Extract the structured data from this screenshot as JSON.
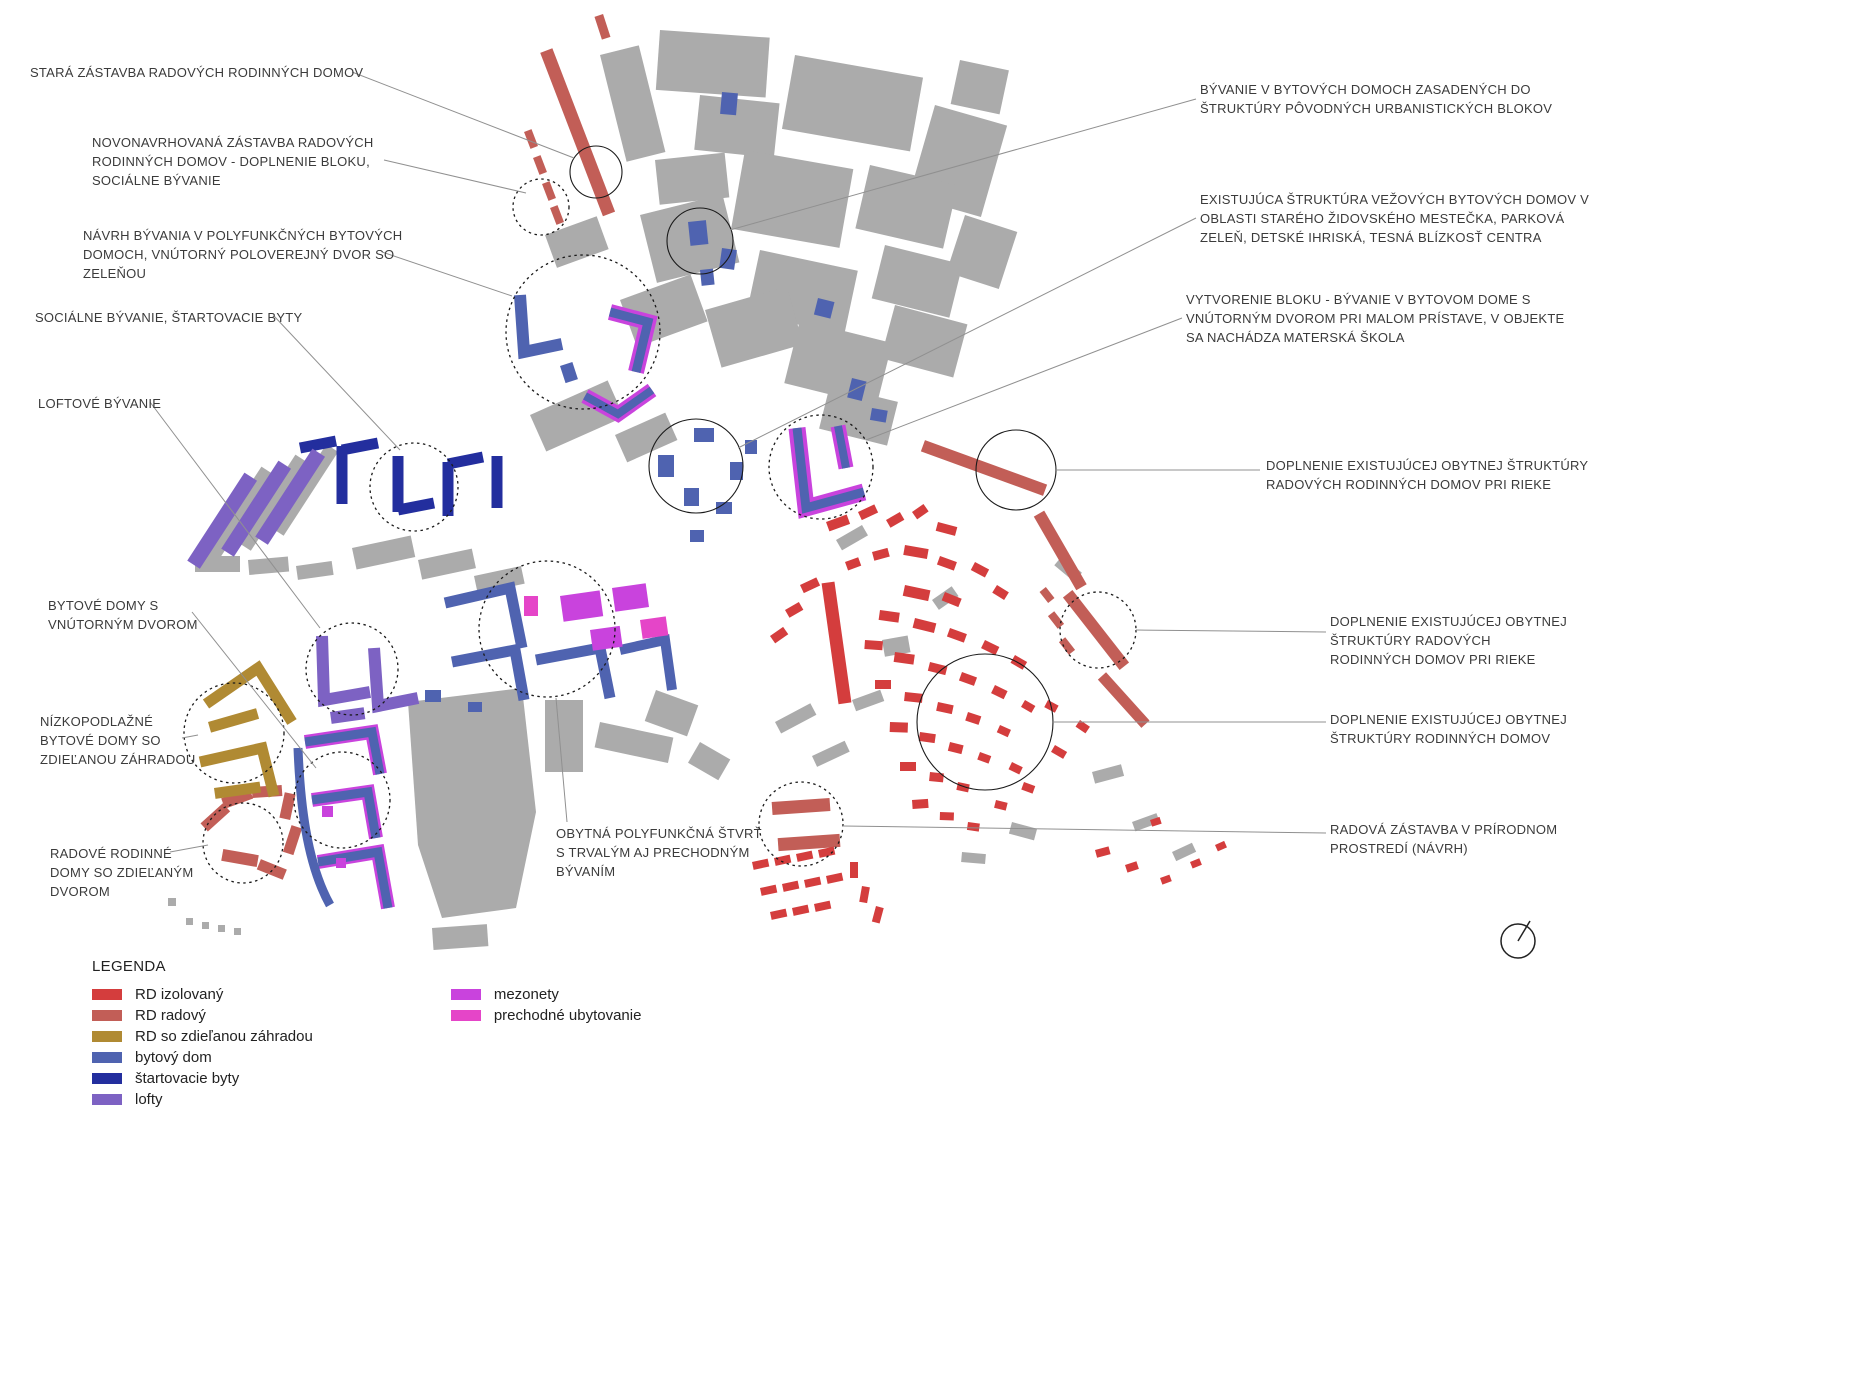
{
  "title": "Urban housing masterplan diagram",
  "colors": {
    "rd_izolovany": "#d43d3d",
    "rd_radovy": "#c25e57",
    "rd_zdielana_zahrada": "#b08a33",
    "bytovy_dom": "#4f63b0",
    "startovacie_byty": "#232e9e",
    "lofty": "#7d62c3",
    "mezonety": "#c943dd",
    "prechodne_ubytovanie": "#e545c8",
    "gray_building": "#ababab",
    "annotation_line": "#909090",
    "text": "#3b3b3b"
  },
  "annotations": [
    {
      "id": "stara-zastavba",
      "lines": [
        "STARÁ ZÁSTAVBA RADOVÝCH RODINNÝCH DOMOV"
      ]
    },
    {
      "id": "novonavrhovana-zastavba",
      "lines": [
        "NOVONAVRHOVANÁ ZÁSTAVBA RADOVÝCH",
        "RODINNÝCH DOMOV - DOPLNENIE BLOKU,",
        "SOCIÁLNE BÝVANIE"
      ]
    },
    {
      "id": "navrh-byvania-polyfunkcne",
      "lines": [
        "NÁVRH BÝVANIA V POLYFUNKČNÝCH BYTOVÝCH",
        "DOMOCH, VNÚTORNÝ POLOVEREJNÝ DVOR SO",
        "ZELEŇOU"
      ]
    },
    {
      "id": "socialne-byvanie",
      "lines": [
        "SOCIÁLNE BÝVANIE, ŠTARTOVACIE BYTY"
      ]
    },
    {
      "id": "loftove-byvanie",
      "lines": [
        "LOFTOVÉ BÝVANIE"
      ]
    },
    {
      "id": "bytove-domy-dvor",
      "lines": [
        "BYTOVÉ DOMY S",
        "VNÚTORNÝM DVOROM"
      ]
    },
    {
      "id": "nizkopodlazne-bytove-domy",
      "lines": [
        "NÍZKOPODLAŽNÉ",
        "BYTOVÉ DOMY SO",
        "ZDIEĽANOU ZÁHRADOU"
      ]
    },
    {
      "id": "radove-rodinne-domy",
      "lines": [
        "RADOVÉ RODINNÉ",
        "DOMY SO ZDIEĽANÝM",
        "DVOROM"
      ]
    },
    {
      "id": "obytna-polyfunkcna-stvrt",
      "lines": [
        "OBYTNÁ POLYFUNKČNÁ ŠTVRŤ",
        "S TRVALÝM AJ PRECHODNÝM",
        "BÝVANÍM"
      ]
    },
    {
      "id": "byvanie-v-bytovych-domoch",
      "lines": [
        "BÝVANIE V BYTOVÝCH DOMOCH ZASADENÝCH DO",
        "ŠTRUKTÚRY PÔVODNÝCH URBANISTICKÝCH BLOKOV"
      ]
    },
    {
      "id": "existujuca-struktura-vezove",
      "lines": [
        "EXISTUJÚCA ŠTRUKTÚRA VEŽOVÝCH BYTOVÝCH DOMOV V",
        "OBLASTI STARÉHO ŽIDOVSKÉHO MESTEČKA, PARKOVÁ",
        "ZELEŇ, DETSKÉ IHRISKÁ, TESNÁ BLÍZKOSŤ CENTRA"
      ]
    },
    {
      "id": "vytvorenie-bloku",
      "lines": [
        "VYTVORENIE BLOKU - BÝVANIE V BYTOVOM DOME S",
        "VNÚTORNÝM DVOROM PRI MALOM PRÍSTAVE, V OBJEKTE",
        "SA NACHÁDZA MATERSKÁ ŠKOLA"
      ]
    },
    {
      "id": "doplnenie-pri-rieke-1",
      "lines": [
        "DOPLNENIE EXISTUJÚCEJ OBYTNEJ ŠTRUKTÚRY",
        "RADOVÝCH RODINNÝCH DOMOV PRI RIEKE"
      ]
    },
    {
      "id": "doplnenie-pri-rieke-2",
      "lines": [
        "DOPLNENIE EXISTUJÚCEJ OBYTNEJ",
        "ŠTRUKTÚRY RADOVÝCH",
        "RODINNÝCH DOMOV PRI RIEKE"
      ]
    },
    {
      "id": "doplnenie-rodinne-domy",
      "lines": [
        "DOPLNENIE EXISTUJÚCEJ OBYTNEJ",
        "ŠTRUKTÚRY RODINNÝCH DOMOV"
      ]
    },
    {
      "id": "radova-zastavba-priroda",
      "lines": [
        "RADOVÁ ZÁSTAVBA V PRÍRODNOM",
        "PROSTREDÍ (NÁVRH)"
      ]
    }
  ],
  "legend": {
    "heading": "LEGENDA",
    "col1": [
      {
        "label": "RD izolovaný",
        "color_key": "rd_izolovany"
      },
      {
        "label": "RD radový",
        "color_key": "rd_radovy"
      },
      {
        "label": "RD so zdieľanou záhradou",
        "color_key": "rd_zdielana_zahrada"
      },
      {
        "label": "bytový dom",
        "color_key": "bytovy_dom"
      },
      {
        "label": "štartovacie byty",
        "color_key": "startovacie_byty"
      },
      {
        "label": "lofty",
        "color_key": "lofty"
      }
    ],
    "col2": [
      {
        "label": "mezonety",
        "color_key": "mezonety"
      },
      {
        "label": "prechodné ubytovanie",
        "color_key": "prechodne_ubytovanie"
      }
    ]
  }
}
